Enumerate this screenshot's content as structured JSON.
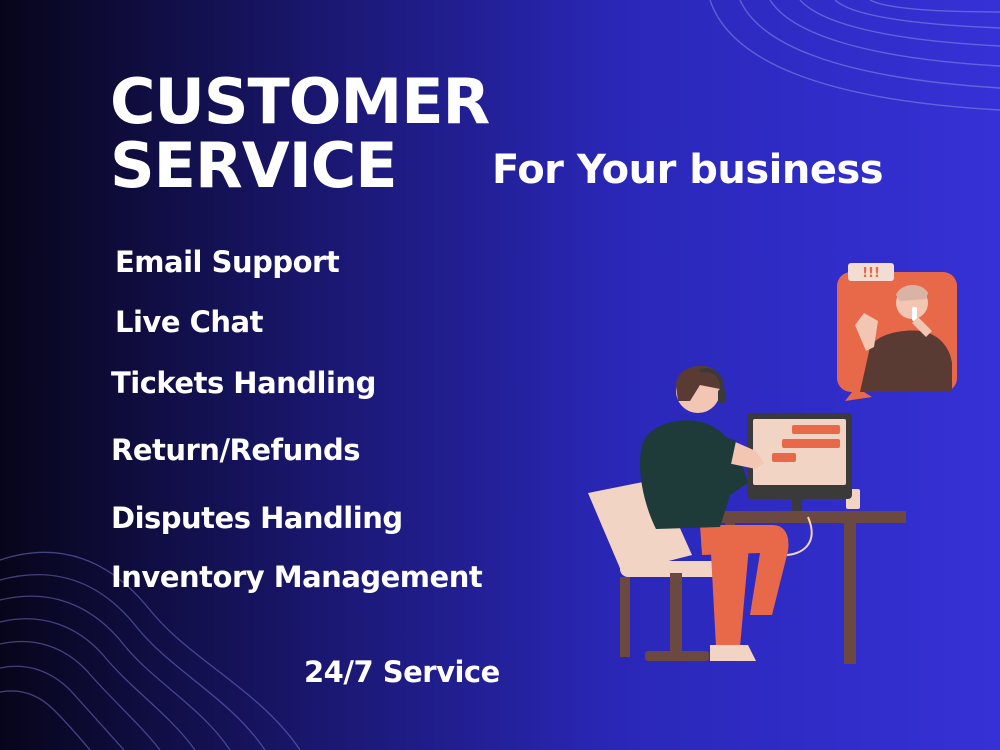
{
  "headline": {
    "line1": "CUSTOMER",
    "line2": "SERVICE"
  },
  "tagline": "For Your business",
  "services": [
    "Email Support",
    "Live Chat",
    "Tickets Handling",
    "Return/Refunds",
    "Disputes Handling",
    "Inventory Management"
  ],
  "footer": "24/7 Service",
  "alert_badge": "!!!",
  "colors": {
    "background_start": "#07051a",
    "background_end": "#3531d6",
    "text": "#ffffff",
    "accent_orange": "#e8684a",
    "chair": "#f2d4c4",
    "shirt": "#1e3b3a",
    "desk": "#6b4840"
  }
}
